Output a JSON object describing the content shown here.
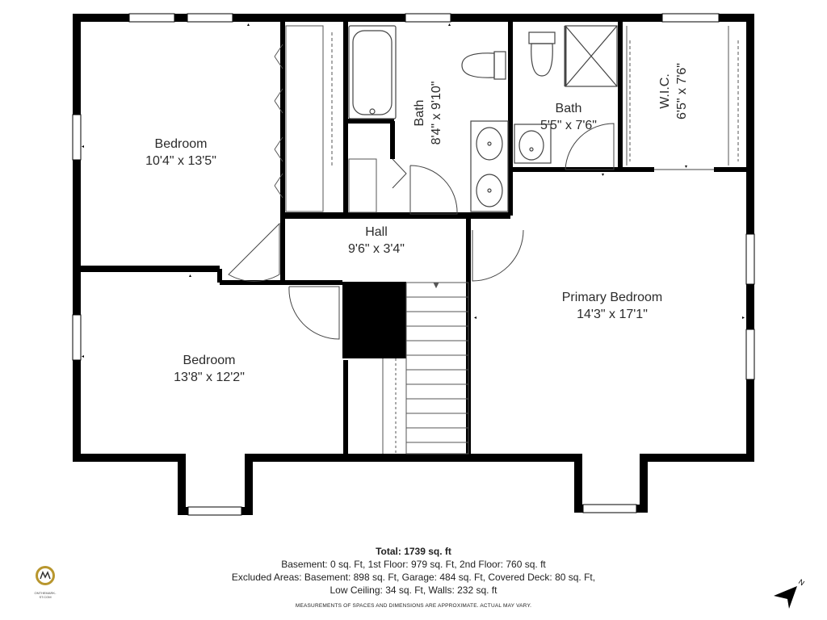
{
  "rooms": [
    {
      "name": "Bedroom",
      "dims": "10'4\" x 13'5\""
    },
    {
      "name": "Bath",
      "dims": "8'4\" x 9'10\""
    },
    {
      "name": "Bath",
      "dims": "5'5\" x 7'6\""
    },
    {
      "name": "W.I.C.",
      "dims": "6'5\" x 7'6\""
    },
    {
      "name": "Hall",
      "dims": "9'6\" x 3'4\""
    },
    {
      "name": "Primary Bedroom",
      "dims": "14'3\" x 17'1\""
    },
    {
      "name": "Bedroom",
      "dims": "13'8\" x 12'2\""
    }
  ],
  "summary": {
    "total": "Total: 1739 sq. ft",
    "line1": "Basement: 0 sq. Ft, 1st Floor: 979 sq. Ft, 2nd Floor: 760 sq. ft",
    "line2": "Excluded Areas: Basement: 898 sq. Ft, Garage: 484 sq. Ft, Covered Deck: 80 sq. Ft,",
    "line3": "Low Ceiling: 34 sq. Ft, Walls: 232 sq. ft",
    "disclaimer": "MEASUREMENTS OF SPACES AND DIMENSIONS ARE APPROXIMATE. ACTUAL MAY VARY."
  },
  "logo": {
    "text": "ONTHEMARK-ST.COM"
  },
  "compass": {
    "label": "N",
    "icon": "north-arrow-icon"
  },
  "colors": {
    "wall": "#000000",
    "fixture": "#444444",
    "background": "#ffffff"
  }
}
